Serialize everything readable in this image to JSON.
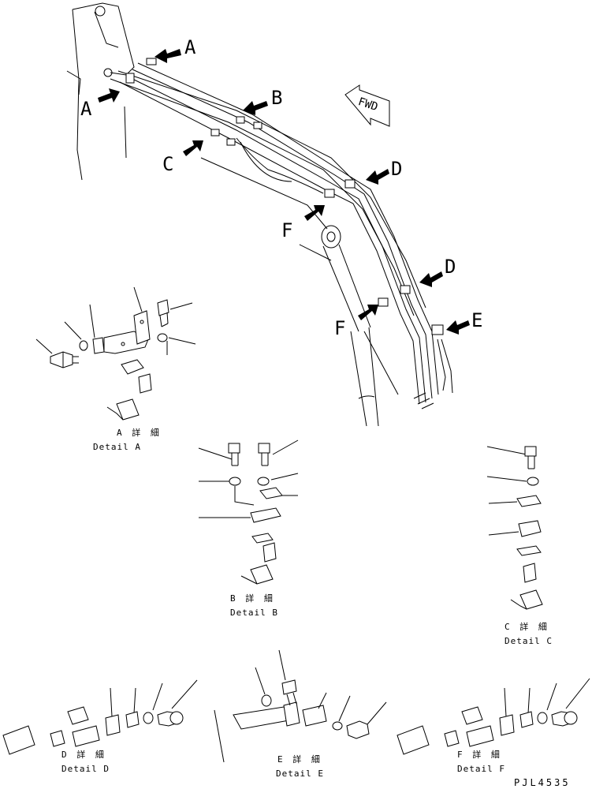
{
  "callouts": {
    "a1": "A",
    "a2": "A",
    "b": "B",
    "c": "C",
    "d1": "D",
    "d2": "D",
    "e": "E",
    "f1": "F",
    "f2": "F"
  },
  "fwd_label": "FWD",
  "details": {
    "a": {
      "jp": "A 詳 細",
      "en": "Detail A"
    },
    "b": {
      "jp": "B 詳 細",
      "en": "Detail B"
    },
    "c": {
      "jp": "C 詳 細",
      "en": "Detail C"
    },
    "d": {
      "jp": "D 詳 細",
      "en": "Detail D"
    },
    "e": {
      "jp": "E 詳 細",
      "en": "Detail E"
    },
    "f": {
      "jp": "F 詳 細",
      "en": "Detail F"
    }
  },
  "drawing_code": "PJL4535"
}
